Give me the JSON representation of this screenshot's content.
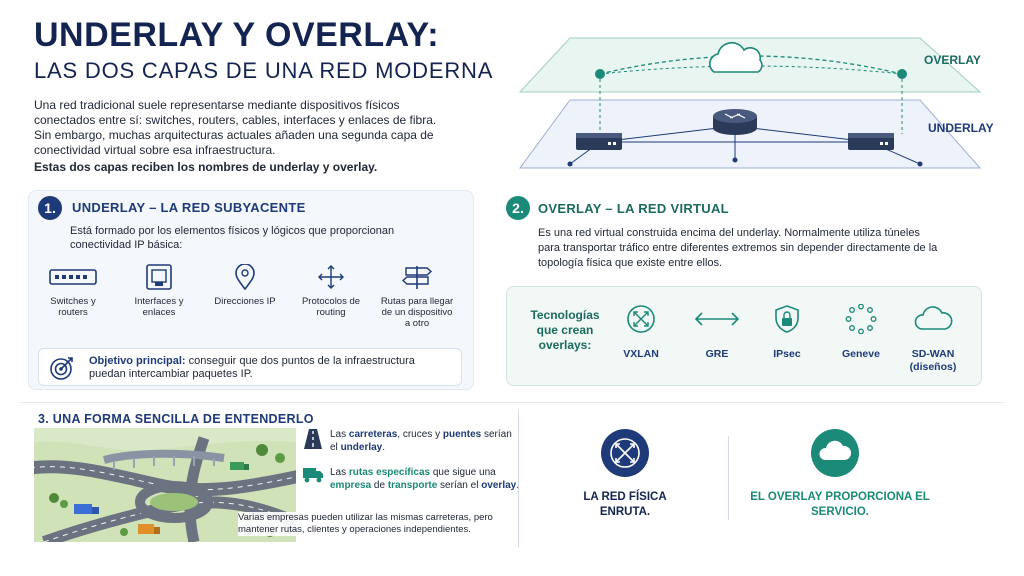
{
  "header": {
    "title": "UNDERLAY Y OVERLAY:",
    "subtitle": "LAS DOS CAPAS DE UNA RED MODERNA",
    "intro": "Una red tradicional suele representarse mediante dispositivos físicos conectados entre sí: switches, routers, cables, interfaces y enlaces de fibra. Sin embargo, muchas arquitecturas actuales añaden una segunda capa de conectividad virtual sobre esa infraestructura.",
    "intro_bold": "Estas dos capas reciben los nombres de underlay y overlay."
  },
  "diagram": {
    "overlay_label": "OVERLAY",
    "underlay_label": "UNDERLAY",
    "colors": {
      "overlay": "#1b8a78",
      "underlay": "#1e3a78"
    }
  },
  "section1": {
    "number": "1.",
    "title": "UNDERLAY – LA RED SUBYACENTE",
    "description": "Está formado por los elementos físicos y lógicos que proporcionan conectividad IP básica:",
    "components": [
      {
        "icon": "switch-icon",
        "label": "Switches y routers"
      },
      {
        "icon": "interface-icon",
        "label": "Interfaces y enlaces"
      },
      {
        "icon": "location-pin-icon",
        "label": "Direcciones IP"
      },
      {
        "icon": "routing-arrows-icon",
        "label": "Protocolos de routing"
      },
      {
        "icon": "signpost-icon",
        "label": "Rutas para llegar de un dispositivo a otro"
      }
    ],
    "goal_label": "Objetivo principal:",
    "goal_text": "conseguir que dos puntos de la infraestructura puedan intercambiar paquetes IP."
  },
  "section2": {
    "number": "2.",
    "title": "OVERLAY – LA RED VIRTUAL",
    "description": "Es una red virtual construida encima del underlay. Normalmente utiliza túneles para transportar tráfico entre diferentes extremos sin depender directamente de la topología física que existe entre ellos.",
    "tech_title": "Tecnologías que crean overlays:",
    "technologies": [
      {
        "icon": "vxlan-icon",
        "label": "VXLAN"
      },
      {
        "icon": "double-arrow-icon",
        "label": "GRE"
      },
      {
        "icon": "shield-lock-icon",
        "label": "IPsec"
      },
      {
        "icon": "dotted-circle-icon",
        "label": "Geneve"
      },
      {
        "icon": "cloud-icon",
        "label": "SD-WAN (diseños)"
      }
    ]
  },
  "section3": {
    "title": "3. UNA FORMA SENCILLA DE ENTENDERLO",
    "legend1": {
      "a": "Las ",
      "b1": "carreteras",
      "c": ", cruces y ",
      "b2": "puentes",
      "d": " serían el ",
      "b3": "underlay",
      "e": "."
    },
    "legend2": {
      "a": "Las ",
      "b1": "rutas específicas",
      "c": " que sigue una ",
      "b2": "empresa",
      "d": " de ",
      "b3": "transporte",
      "e": " serían el ",
      "b4": "overlay",
      "f": "."
    },
    "note": "Varias empresas pueden utilizar las mismas carreteras, pero mantener rutas, clientes y operaciones independientes."
  },
  "conclusion": {
    "physical": "LA RED FÍSICA ENRUTA.",
    "overlay": "EL OVERLAY PROPORCIONA EL SERVICIO."
  }
}
